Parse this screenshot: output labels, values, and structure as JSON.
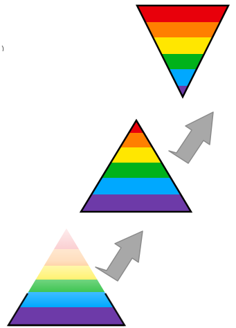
{
  "colors": {
    "background": "#ffffff",
    "outline": "#000000",
    "arrow_fill": "#a8a8a8",
    "arrow_stroke": "#888888",
    "rainbow": [
      "#e8000b",
      "#ff7f00",
      "#ffe700",
      "#00b21a",
      "#00a8ff",
      "#6d3aa8"
    ]
  },
  "triangles": [
    {
      "id": "faded-pyramid",
      "orientation": "up",
      "faded": true
    },
    {
      "id": "full-pyramid",
      "orientation": "up",
      "faded": false
    },
    {
      "id": "inverted-pyramid",
      "orientation": "down",
      "faded": false
    }
  ],
  "arrows": [
    {
      "id": "arrow-lower",
      "direction": "up-right"
    },
    {
      "id": "arrow-upper",
      "direction": "up-right"
    }
  ]
}
